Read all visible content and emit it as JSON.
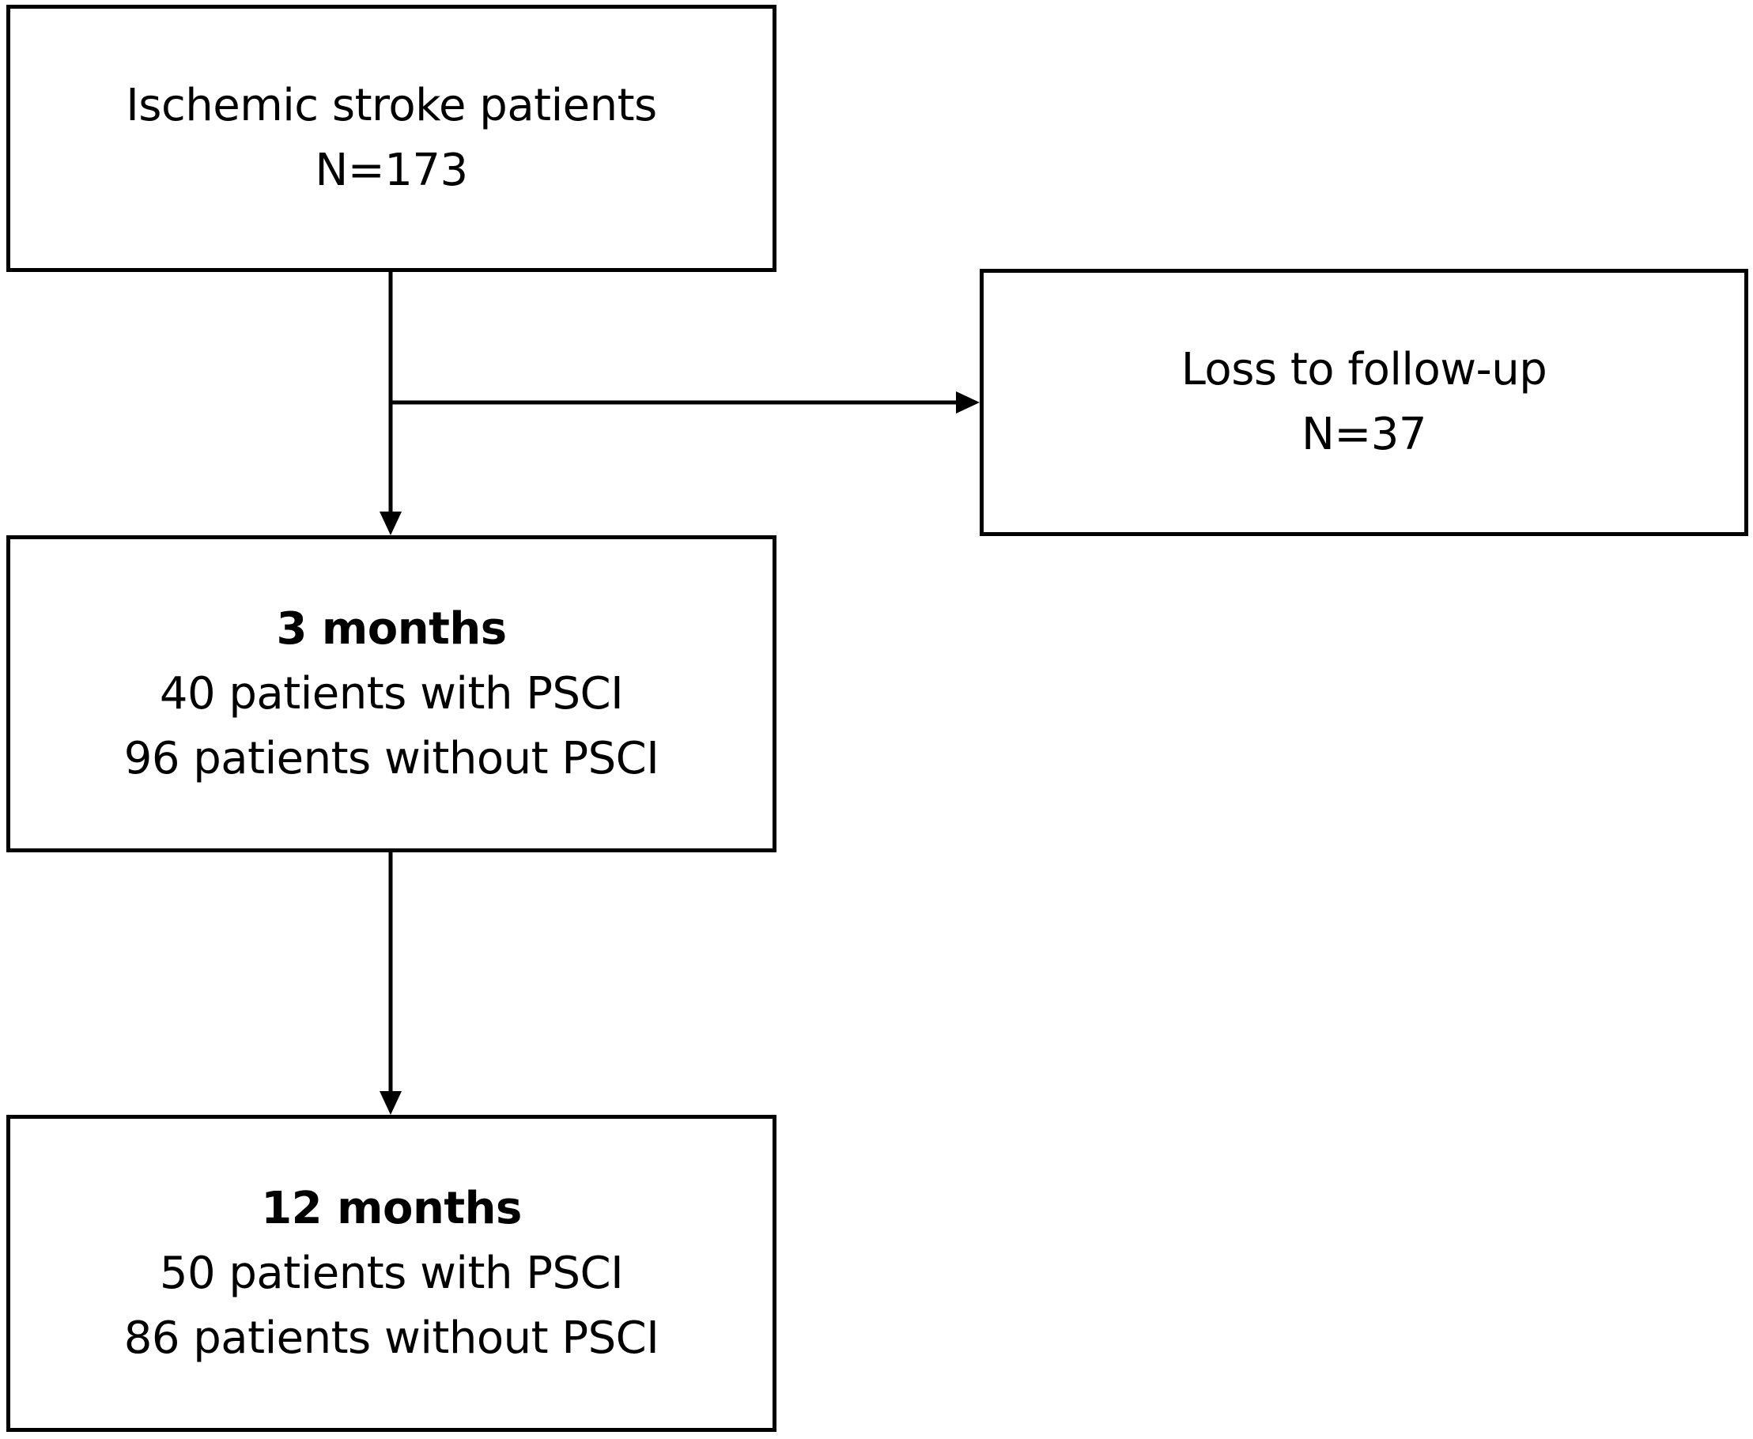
{
  "flowchart": {
    "enrolled": {
      "title": "Ischemic stroke patients",
      "count": "N=173"
    },
    "loss_to_follow_up": {
      "title": "Loss to follow-up",
      "count": "N=37"
    },
    "three_months": {
      "title": "3 months",
      "with_psci": "40 patients with PSCI",
      "without_psci": "96 patients without PSCI"
    },
    "twelve_months": {
      "title": "12 months",
      "with_psci": "50 patients with PSCI",
      "without_psci": "86 patients without PSCI"
    },
    "colors": {
      "stroke": "#000000",
      "background": "#ffffff"
    }
  }
}
